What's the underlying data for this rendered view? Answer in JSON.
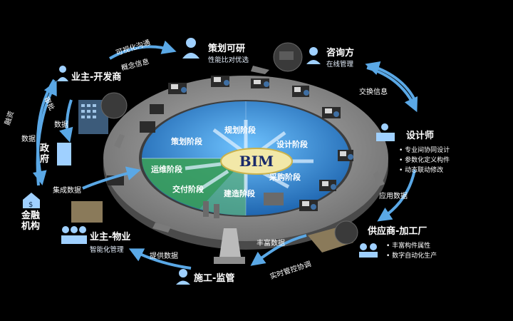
{
  "center": {
    "title": "BIM"
  },
  "phases": [
    "策划阶段",
    "规划阶段",
    "设计阶段",
    "采购阶段",
    "建造阶段",
    "交付阶段",
    "运维阶段"
  ],
  "stakeholders": {
    "planning": {
      "name": "策划可研",
      "sub": "性能比对优选"
    },
    "consultant": {
      "name": "咨询方",
      "sub": "在线管理"
    },
    "designer": {
      "name": "设计师",
      "bullets": [
        "专业间协同设计",
        "参数化定义构件",
        "动态联动修改"
      ]
    },
    "supplier": {
      "name": "供应商-加工厂",
      "bullets": [
        "丰富构件属性",
        "数字自动化生产"
      ]
    },
    "construction": {
      "name": "施工-监管"
    },
    "owner_property": {
      "name": "业主-物业",
      "sub": "智能化管理"
    },
    "finance": {
      "name": "金融机构"
    },
    "government": {
      "name": "政府"
    },
    "owner_developer": {
      "name": "业主-开发商"
    }
  },
  "flows": {
    "visual_comm": "可视化沟通",
    "concept_info": "概念信息",
    "exchange_info": "交换信息",
    "apply_data": "应用数据",
    "rich_data": "丰富数据",
    "realtime_control": "实时管控协调",
    "provide_data": "提供数据",
    "integrate_data": "集成数据",
    "data_left": "数据",
    "data_inner": "数据",
    "approve": "审批",
    "financing": "融资"
  },
  "colors": {
    "accent": "#5aa8e6",
    "ring": "#8f8f8f",
    "center_blue": "#2f7fc4",
    "center_green": "#3a9e5a"
  }
}
